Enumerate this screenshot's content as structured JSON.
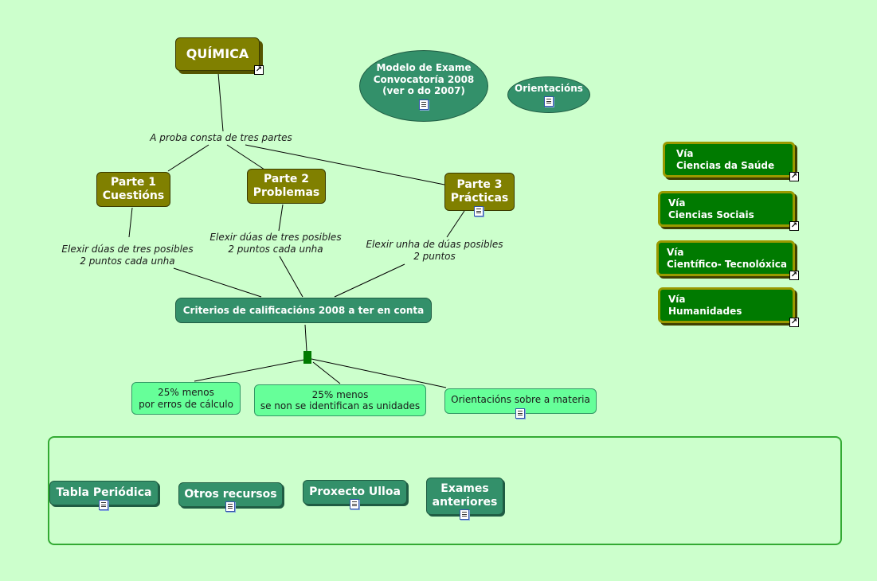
{
  "root": {
    "label": "QUÍMICA",
    "icon": "link-icon"
  },
  "linking": {
    "partes": "A proba consta de tres partes",
    "p1": [
      "Elexir dúas de tres posibles",
      "2 puntos cada unha"
    ],
    "p2": [
      "Elexir dúas de tres posibles",
      "2 puntos cada unha"
    ],
    "p3": [
      "Elexir unha de dúas posibles",
      "2 puntos"
    ]
  },
  "parts": [
    {
      "line1": "Parte 1",
      "line2": "Cuestións"
    },
    {
      "line1": "Parte 2",
      "line2": "Problemas"
    },
    {
      "line1": "Parte 3",
      "line2": "Prácticas",
      "icon": "document-icon"
    }
  ],
  "model_exam": {
    "lines": [
      "Modelo de Exame",
      "Convocatoría 2008",
      "(ver o do 2007)"
    ],
    "icon": "document-icon"
  },
  "orientations": {
    "label": "Orientacións",
    "icon": "document-icon"
  },
  "vias": [
    {
      "line1": "Vía",
      "line2": "Ciencias da Saúde"
    },
    {
      "line1": "Vía",
      "line2": "Ciencias Sociais"
    },
    {
      "line1": "Vía",
      "line2": "Científico- Tecnolóxica"
    },
    {
      "line1": "Vía",
      "line2": "Humanidades"
    }
  ],
  "criteria": {
    "label": "Criterios de calificacións 2008 a ter en conta"
  },
  "outcomes": [
    {
      "lines": [
        "25% menos",
        "por erros de cálculo"
      ]
    },
    {
      "lines": [
        "25% menos",
        "se non se identifican as unidades"
      ]
    },
    {
      "lines": [
        "Orientacións sobre a materia"
      ],
      "icon": "document-icon"
    }
  ],
  "resources": [
    {
      "lines": [
        "Tabla Periódica"
      ]
    },
    {
      "lines": [
        "Otros recursos"
      ]
    },
    {
      "lines": [
        "Proxecto Ulloa"
      ]
    },
    {
      "lines": [
        "Exames",
        "anteriores"
      ]
    }
  ],
  "colors": {
    "background": "#ccffcc",
    "olive": "#808000",
    "teal": "#33906a",
    "dark_green": "#007a00",
    "mint": "#66ff99"
  }
}
